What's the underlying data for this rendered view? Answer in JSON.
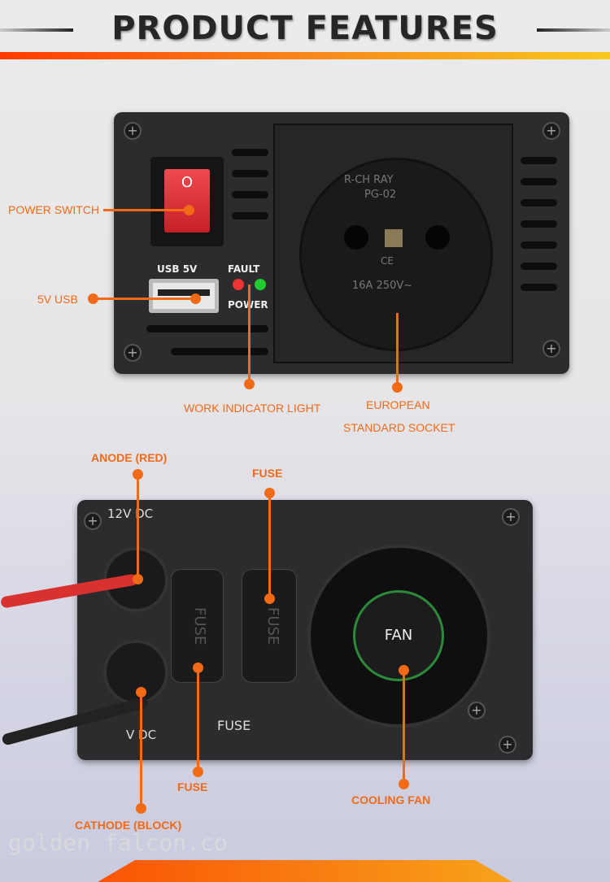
{
  "header": {
    "title": "PRODUCT FEATURES"
  },
  "top_device": {
    "usb_label": "USB 5V",
    "fault_label": "FAULT",
    "power_label": "POWER",
    "socket_brand": "R-CH RAY",
    "socket_model": "PG-02",
    "socket_ce": "CE",
    "socket_rating": "16A 250V~",
    "switch_mark": "O"
  },
  "bottom_device": {
    "dc_top": "12V DC",
    "dc_bottom": "V DC",
    "fuse1": "FUSE",
    "fuse2": "FUSE",
    "fuse_print": "FUSE",
    "fan": "FAN"
  },
  "callouts": {
    "power_switch": "POWER SWITCH",
    "usb": "5V USB",
    "indicator": "WORK INDICATOR LIGHT",
    "socket_line1": "EUROPEAN",
    "socket_line2": "STANDARD SOCKET",
    "anode": "ANODE (RED)",
    "fuse_top": "FUSE",
    "fuse_bottom": "FUSE",
    "cathode": "CATHODE (BLOCK)",
    "fan": "COOLING FAN"
  },
  "watermark": "golden falcon.co"
}
